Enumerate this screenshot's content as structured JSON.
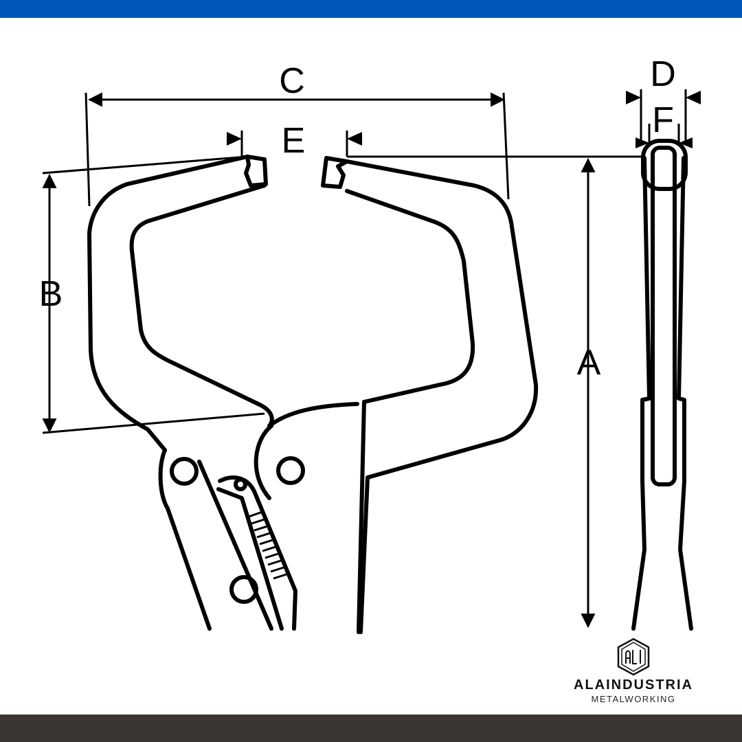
{
  "colors": {
    "top_bar": "#0057b8",
    "bottom_bar": "#3a3533",
    "line": "#000000",
    "background": "#ffffff"
  },
  "labels": {
    "a": "A",
    "b": "B",
    "c": "C",
    "d": "D",
    "e": "E",
    "f": "F"
  },
  "brand": {
    "name": "ALAINDUSTRIA",
    "tagline": "METALWORKING",
    "logo_icon": "hexagon-ali-monogram-icon"
  }
}
